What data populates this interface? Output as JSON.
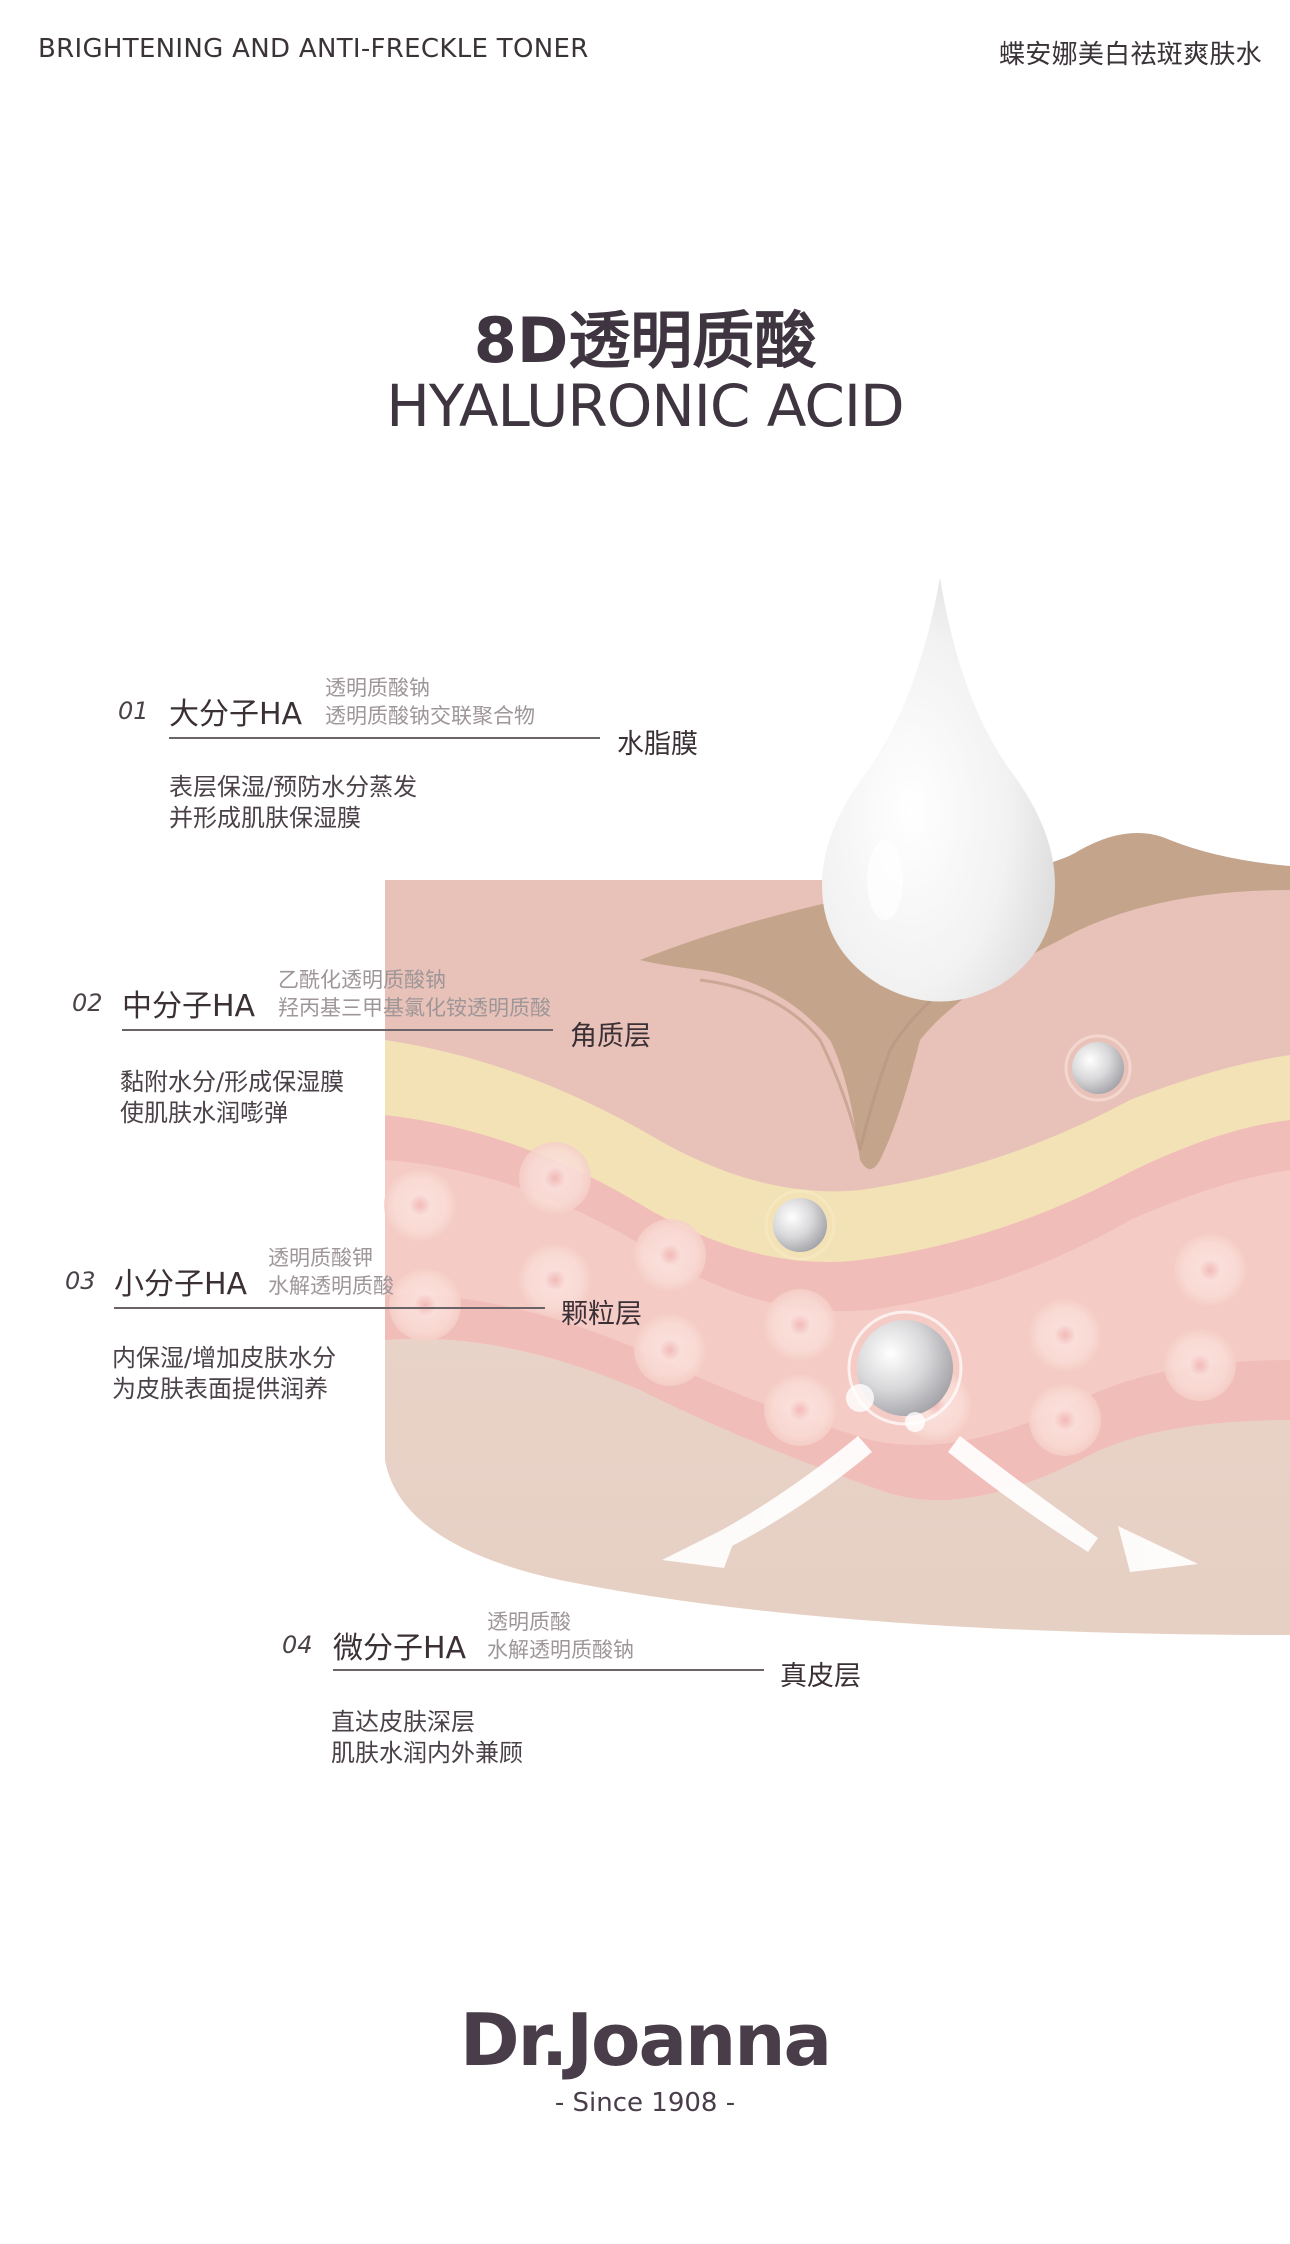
{
  "header": {
    "left": "BRIGHTENING AND ANTI-FRECKLE TONER",
    "right": "蝶安娜美白祛斑爽肤水"
  },
  "title": {
    "cn": "8D透明质酸",
    "en": "HYALURONIC ACID"
  },
  "items": [
    {
      "num": "01",
      "name": "大分子HA",
      "ingredients": [
        "透明质酸钠",
        "透明质酸钠交联聚合物"
      ],
      "layer": "水脂膜",
      "desc": [
        "表层保湿/预防水分蒸发",
        "并形成肌肤保湿膜"
      ]
    },
    {
      "num": "02",
      "name": "中分子HA",
      "ingredients": [
        "乙酰化透明质酸钠",
        "羟丙基三甲基氯化铵透明质酸"
      ],
      "layer": "角质层",
      "desc": [
        "黏附水分/形成保湿膜",
        "使肌肤水润嘭弹"
      ]
    },
    {
      "num": "03",
      "name": "小分子HA",
      "ingredients": [
        "透明质酸钾",
        "水解透明质酸"
      ],
      "layer": "颗粒层",
      "desc": [
        "内保湿/增加皮肤水分",
        "为皮肤表面提供润养"
      ]
    },
    {
      "num": "04",
      "name": "微分子HA",
      "ingredients": [
        "透明质酸",
        "水解透明质酸钠"
      ],
      "layer": "真皮层",
      "desc": [
        "直达皮肤深层",
        "肌肤水润内外兼顾"
      ]
    }
  ],
  "brand": {
    "name": "Dr.Joanna",
    "since": "- Since 1908 -"
  },
  "colors": {
    "text": "#3b3238",
    "muted": "#9e9699",
    "skin_top": "#e8c2b8",
    "skin_tan": "#c5a48c",
    "skin_yellow": "#f3e2b6",
    "skin_pink": "#f1b7b4",
    "dermis": "#ead6cb",
    "brand": "#4a3d4a"
  },
  "icons": [
    "water-droplet-icon",
    "ha-molecule-icon",
    "diffusion-arrow-icon"
  ]
}
